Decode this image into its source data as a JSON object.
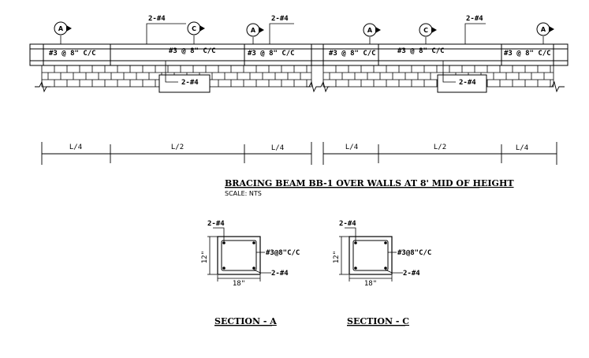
{
  "elevation": {
    "section_marks": [
      "A",
      "C",
      "A",
      "A",
      "C",
      "A"
    ],
    "top_bar_labels": [
      "2-#4",
      "2-#4",
      "2-#4"
    ],
    "bottom_bar_labels": [
      "2-#4",
      "2-#4"
    ],
    "stirrup_labels": [
      "#3 @ 8\" C/C",
      "#3 @ 8\" C/C",
      "#3 @ 8\" C/C",
      "#3 @ 8\" C/C",
      "#3 @ 8\" C/C",
      "#3 @ 8\" C/C"
    ]
  },
  "dimensions": [
    "L/4",
    "L/2",
    "L/4",
    "L/4",
    "L/2",
    "L/4"
  ],
  "title": "BRACING BEAM BB-1 OVER WALLS AT 8' MID OF HEIGHT",
  "scale": "SCALE: NTS",
  "sections": [
    {
      "name": "SECTION - A",
      "top_bar": "2-#4",
      "bottom_bar": "2-#4",
      "stirrup": "#3@8\"C/C",
      "width": "18\"",
      "depth": "12\""
    },
    {
      "name": "SECTION - C",
      "top_bar": "2-#4",
      "bottom_bar": "2-#4",
      "stirrup": "#3@8\"C/C",
      "width": "18\"",
      "depth": "12\""
    }
  ]
}
